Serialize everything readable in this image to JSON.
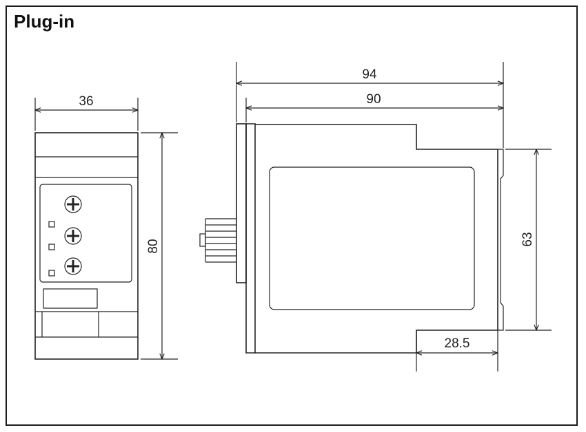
{
  "title": "Plug-in",
  "dimensions": {
    "front_width": "36",
    "front_height": "80",
    "side_total_length": "94",
    "side_body_length": "90",
    "side_height": "63",
    "rail_offset": "28.5"
  },
  "colors": {
    "line": "#222222",
    "background": "#ffffff"
  },
  "icons": [
    "potentiometer-icon",
    "led-indicator-icon"
  ]
}
